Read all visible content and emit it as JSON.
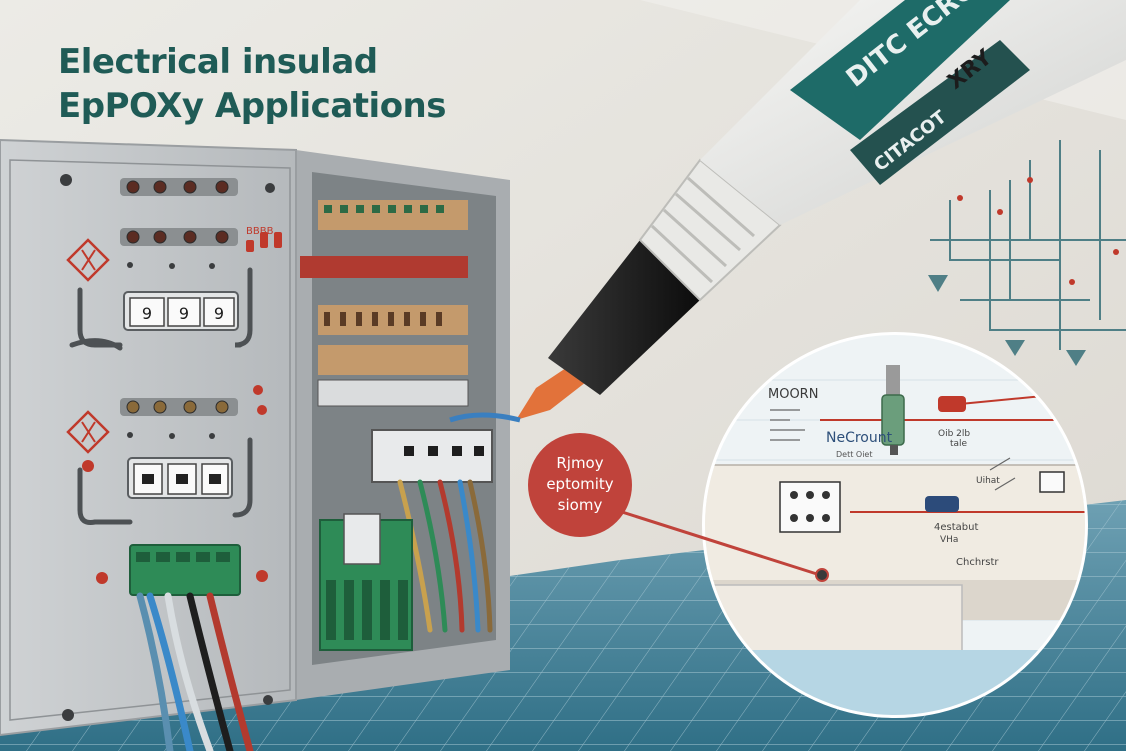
{
  "title": {
    "line1": "Electrical insulad",
    "line2": "EpPOXy Applications"
  },
  "tube": {
    "label_top": "DITC ECRO",
    "label_mid": "XRY",
    "label_bottom": "CITACOT"
  },
  "callout": {
    "line1": "Rjmoy",
    "line2": "eptomity",
    "line3": "siomy"
  },
  "inset": {
    "label_moorn": "MOORN",
    "label_necrount": "NeCrount",
    "label_small_sub": "Dett Oiet",
    "label_oib": "Oib 2lb",
    "label_tale": "tale",
    "label_uhat": "Uihat",
    "label_4estabut": "4estabut",
    "label_vha": "VHa",
    "label_chchrstr": "Chchrstr"
  },
  "panel": {
    "meter_digits": [
      "9",
      "9",
      "9"
    ],
    "label_right_1": "BBBB"
  },
  "colors": {
    "title": "#1f5b56",
    "tube_band": "#1e6b68",
    "callout": "#c0433b",
    "wall": "#e9e6e0",
    "floor": "#4d8aa1"
  }
}
